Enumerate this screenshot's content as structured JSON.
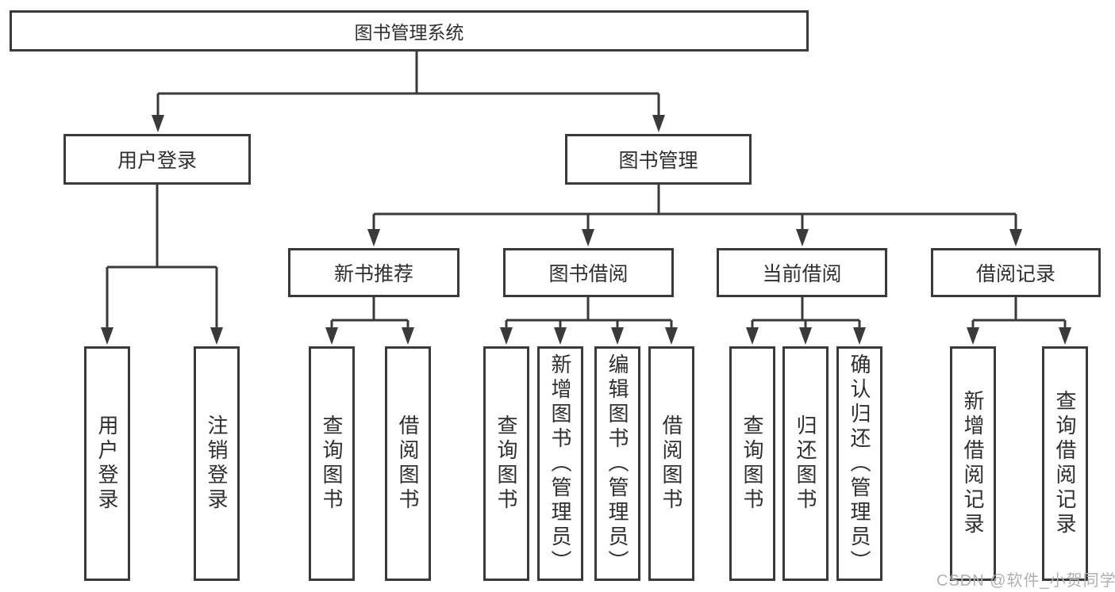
{
  "diagram": {
    "root": {
      "label": "图书管理系统"
    },
    "branches": [
      {
        "label": "用户登录"
      },
      {
        "label": "图书管理"
      }
    ],
    "sections": [
      {
        "label": "新书推荐"
      },
      {
        "label": "图书借阅"
      },
      {
        "label": "当前借阅"
      },
      {
        "label": "借阅记录"
      }
    ],
    "leaves": [
      {
        "label": "用户登录"
      },
      {
        "label": "注销登录"
      },
      {
        "label": "查询图书"
      },
      {
        "label": "借阅图书"
      },
      {
        "label": "查询图书"
      },
      {
        "label": "新增图书（管理员）"
      },
      {
        "label": "编辑图书（管理员）"
      },
      {
        "label": "借阅图书"
      },
      {
        "label": "查询图书"
      },
      {
        "label": "归还图书"
      },
      {
        "label": "确认归还（管理员）"
      },
      {
        "label": "新增借阅记录"
      },
      {
        "label": "查询借阅记录"
      }
    ],
    "colors": {
      "line": "#3a3a3a",
      "text": "#2f2f2f",
      "box_background": "#ffffff"
    }
  },
  "watermark": {
    "text": "CSDN @软件_小贺同学",
    "color": "#b0b0b0"
  }
}
